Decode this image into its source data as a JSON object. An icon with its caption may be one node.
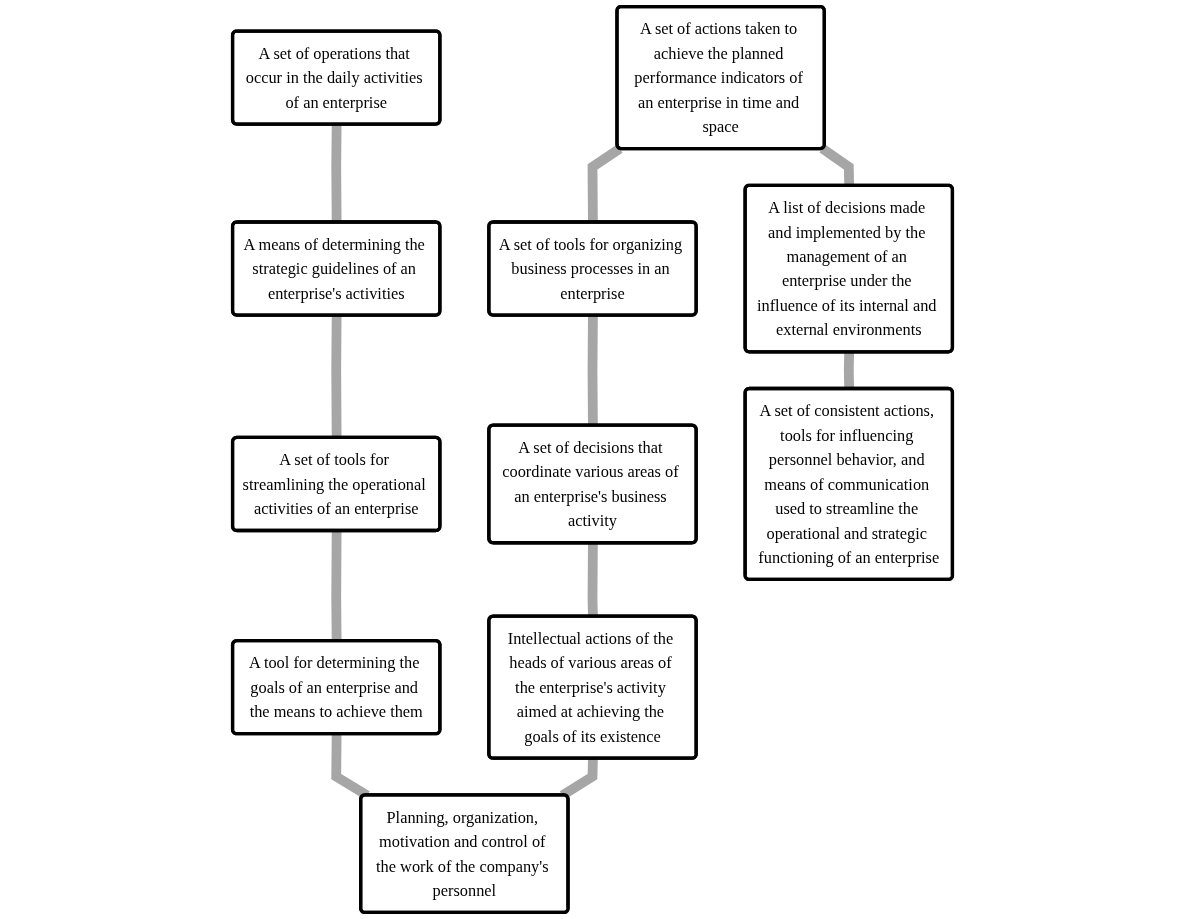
{
  "diagram": {
    "nodes": [
      {
        "text": [
          "A set of operations that occur in the daily activities of an enterprise"
        ]
      },
      {
        "text": [
          "A means of determining the strategic guidelines of an enterprise's activities"
        ]
      },
      {
        "text": [
          "A set of tools for streamlining the operational activities of an enterprise"
        ]
      },
      {
        "text": [
          "A tool for determining the goals of an enterprise and the means to achieve them"
        ]
      },
      {
        "text": [
          "Planning, organization, motivation and control of the work of the company's personnel"
        ]
      },
      {
        "text": [
          "Intellectual actions of the heads of various areas of the enterprise's activity aimed at achieving the goals of its existence"
        ]
      },
      {
        "text": [
          "A set of decisions that coordinate various areas of an enterprise's business activity"
        ]
      },
      {
        "text": [
          "A set of tools for organizing business processes in an enterprise"
        ]
      },
      {
        "text": [
          "A set of actions taken to achieve the planned performance indicators of an enterprise in time and space"
        ]
      },
      {
        "text": [
          "A list of decisions made and implemented by the management of an enterprise under the influence of its internal and external environments"
        ]
      },
      {
        "text": [
          "A set of consistent actions, tools for influencing personnel behavior, and means of communication used to streamline the operational and strategic functioning of an enterprise"
        ]
      }
    ],
    "edges": [
      {
        "from": 0,
        "to": 1,
        "arrow": "none"
      },
      {
        "from": 1,
        "to": 2,
        "arrow": "none"
      },
      {
        "from": 2,
        "to": 3,
        "arrow": "none"
      },
      {
        "from": 3,
        "to": 4,
        "arrow": "none"
      },
      {
        "from": 4,
        "to": 5,
        "arrow": "none"
      },
      {
        "from": 5,
        "to": 6,
        "arrow": "none"
      },
      {
        "from": 6,
        "to": 7,
        "arrow": "none"
      },
      {
        "from": 7,
        "to": 8,
        "arrow": "none"
      },
      {
        "from": 8,
        "to": 9,
        "arrow": "none"
      },
      {
        "from": 9,
        "to": 10,
        "arrow": "none"
      }
    ]
  }
}
